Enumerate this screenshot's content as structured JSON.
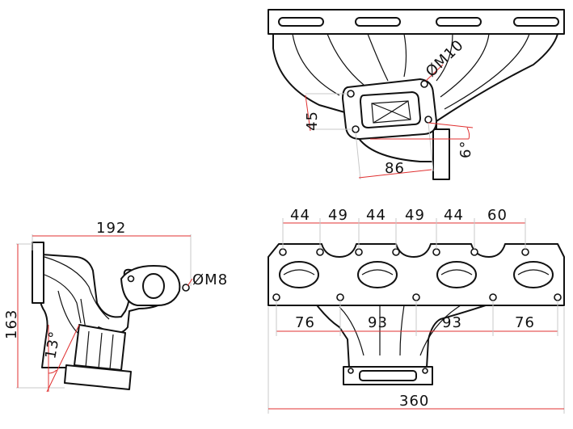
{
  "colors": {
    "dimension_line": "#e03030",
    "outline": "#111111",
    "extension_line": "#c8c8c8",
    "background": "#ffffff"
  },
  "top_view": {
    "hole_callout": "ØM10",
    "height_45": "45",
    "width_86": "86",
    "angle_6": "6°"
  },
  "side_view": {
    "length_192": "192",
    "height_163": "163",
    "angle_13": "13°",
    "hole_callout": "ØM8"
  },
  "front_view": {
    "top_spacings": [
      "44",
      "49",
      "44",
      "49",
      "44",
      "60"
    ],
    "bottom_spacings": [
      "76",
      "93",
      "93",
      "76"
    ],
    "overall_width": "360"
  }
}
